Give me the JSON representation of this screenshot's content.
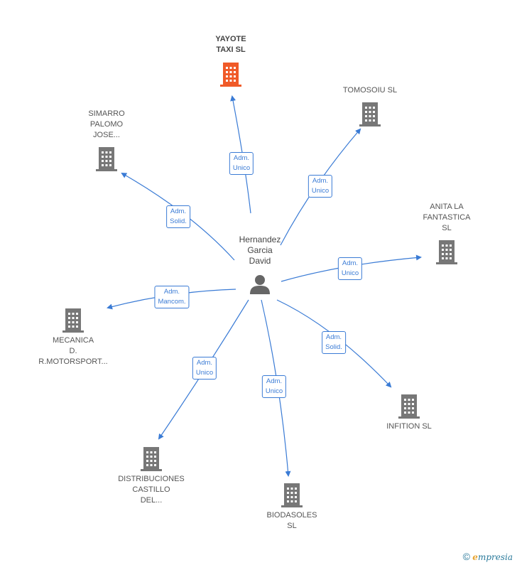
{
  "center": {
    "label": "Hernandez\nGarcia\nDavid",
    "icon": "person-icon"
  },
  "nodes": [
    {
      "id": "yayote",
      "label": "YAYOTE\nTAXI  SL",
      "icon": "building-icon",
      "highlight": true,
      "color": "#f05a28"
    },
    {
      "id": "tomosoiu",
      "label": "TOMOSOIU  SL",
      "icon": "building-icon",
      "highlight": false,
      "color": "#777777"
    },
    {
      "id": "simarro",
      "label": "SIMARRO\nPALOMO\nJOSE...",
      "icon": "building-icon",
      "highlight": false,
      "color": "#777777"
    },
    {
      "id": "anita",
      "label": "ANITA LA\nFANTASTICA\nSL",
      "icon": "building-icon",
      "highlight": false,
      "color": "#777777"
    },
    {
      "id": "mecanica",
      "label": "MECANICA\nD.\nR.MOTORSPORT...",
      "icon": "building-icon",
      "highlight": false,
      "color": "#777777"
    },
    {
      "id": "infition",
      "label": "INFITION SL",
      "icon": "building-icon",
      "highlight": false,
      "color": "#777777"
    },
    {
      "id": "distribuciones",
      "label": "DISTRIBUCIONES\nCASTILLO\nDEL...",
      "icon": "building-icon",
      "highlight": false,
      "color": "#777777"
    },
    {
      "id": "biodasoles",
      "label": "BIODASOLES\nSL",
      "icon": "building-icon",
      "highlight": false,
      "color": "#777777"
    }
  ],
  "edges": [
    {
      "to": "yayote",
      "label": "Adm.\nUnico"
    },
    {
      "to": "tomosoiu",
      "label": "Adm.\nUnico"
    },
    {
      "to": "simarro",
      "label": "Adm.\nSolid."
    },
    {
      "to": "anita",
      "label": "Adm.\nUnico"
    },
    {
      "to": "mecanica",
      "label": "Adm.\nMancom."
    },
    {
      "to": "infition",
      "label": "Adm.\nSolid."
    },
    {
      "to": "distribuciones",
      "label": "Adm.\nUnico"
    },
    {
      "to": "biodasoles",
      "label": "Adm.\nUnico"
    }
  ],
  "colors": {
    "edge": "#3a7bd5",
    "accent": "#f05a28",
    "node": "#777777"
  },
  "footer": {
    "copyright": "©",
    "brand_first": "e",
    "brand_rest": "mpresia"
  }
}
